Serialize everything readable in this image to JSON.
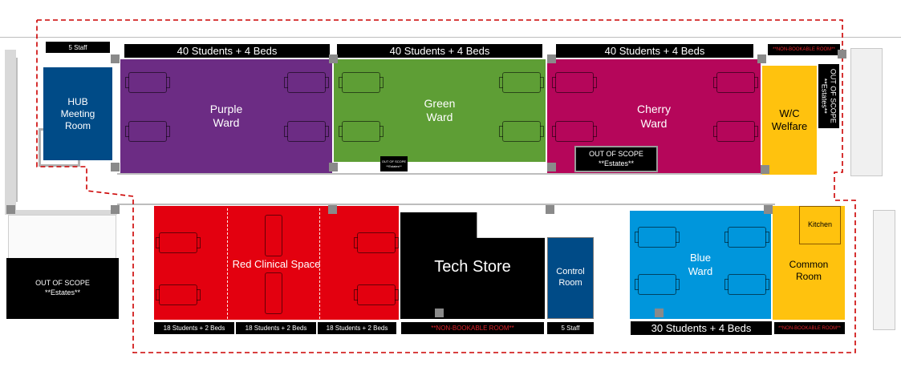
{
  "rooms": {
    "hub": "HUB\nMeeting\nRoom",
    "purple": "Purple\nWard",
    "green": "Green\nWard",
    "cherry": "Cherry\nWard",
    "wc": "W/C\nWelfare",
    "red": "Red Clinical Space",
    "tech": "Tech Store",
    "control": "Control\nRoom",
    "blue": "Blue\nWard",
    "kitchen": "Kitchen",
    "common": "Common\nRoom"
  },
  "capacity": {
    "hub_staff": "5 Staff",
    "purple": "40 Students + 4 Beds",
    "green": "40 Students + 4 Beds",
    "cherry": "40 Students + 4 Beds",
    "red_1": "18 Students + 2 Beds",
    "red_2": "18 Students + 2 Beds",
    "red_3": "18 Students + 2 Beds",
    "control_staff": "5 Staff",
    "blue": "30 Students + 4 Beds"
  },
  "tags": {
    "non_bookable_top": "**NON-BOOKABLE ROOM**",
    "non_bookable_tech": "**NON-BOOKABLE ROOM**",
    "non_bookable_common": "**NON-BOOKABLE ROOM**",
    "oos_right_1": "OUT OF SCOPE",
    "oos_right_2": "**Estates**",
    "oos_cherry_1": "OUT OF SCOPE",
    "oos_cherry_2": "**Estates**",
    "oos_small_1": "OUT OF SCOPE",
    "oos_small_2": "**Estates**",
    "oos_left_1": "OUT OF SCOPE",
    "oos_left_2": "**Estates**"
  },
  "colors": {
    "hub": "#004b87",
    "purple": "#6c2c84",
    "green": "#5e9e35",
    "cherry": "#b5065a",
    "wc": "#ffc20e",
    "red": "#e3000f",
    "tech": "#000000",
    "control": "#004b87",
    "blue": "#0096dc",
    "common": "#ffc20e",
    "boundary": "#cc0000"
  }
}
